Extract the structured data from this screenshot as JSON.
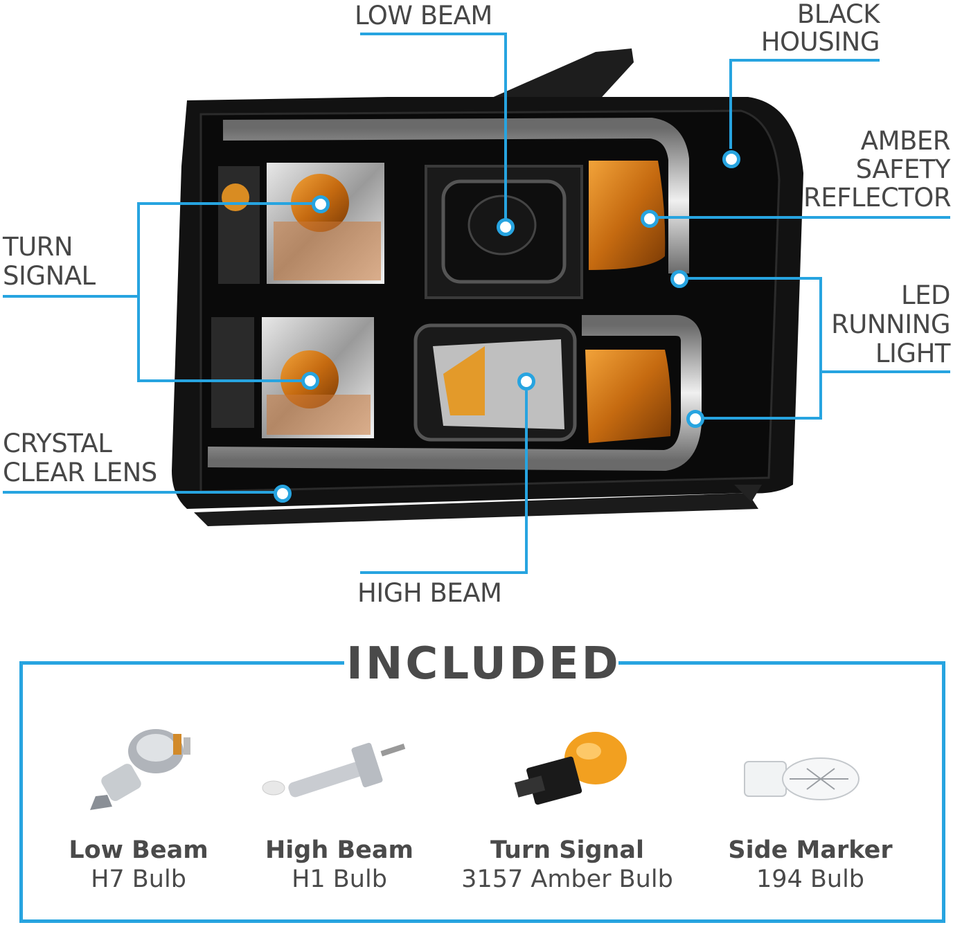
{
  "callouts": {
    "low_beam": "LOW BEAM",
    "black_housing": [
      "BLACK",
      "HOUSING"
    ],
    "amber_reflector": [
      "AMBER",
      "SAFETY",
      "REFLECTOR"
    ],
    "turn_signal": [
      "TURN",
      "SIGNAL"
    ],
    "led_running_light": [
      "LED",
      "RUNNING",
      "LIGHT"
    ],
    "crystal_clear_lens": [
      "CRYSTAL",
      "CLEAR LENS"
    ],
    "high_beam": "HIGH BEAM"
  },
  "included": {
    "title": "INCLUDED",
    "items": [
      {
        "name": "Low Beam",
        "type": "H7 Bulb",
        "icon": "h7-bulb-icon"
      },
      {
        "name": "High Beam",
        "type": "H1 Bulb",
        "icon": "h1-bulb-icon"
      },
      {
        "name": "Turn Signal",
        "type": "3157 Amber Bulb",
        "icon": "3157-amber-bulb-icon"
      },
      {
        "name": "Side Marker",
        "type": "194 Bulb",
        "icon": "194-bulb-icon"
      }
    ]
  },
  "colors": {
    "accent": "#27a4e0",
    "amber": "#e08a1a",
    "housing": "#121212"
  }
}
